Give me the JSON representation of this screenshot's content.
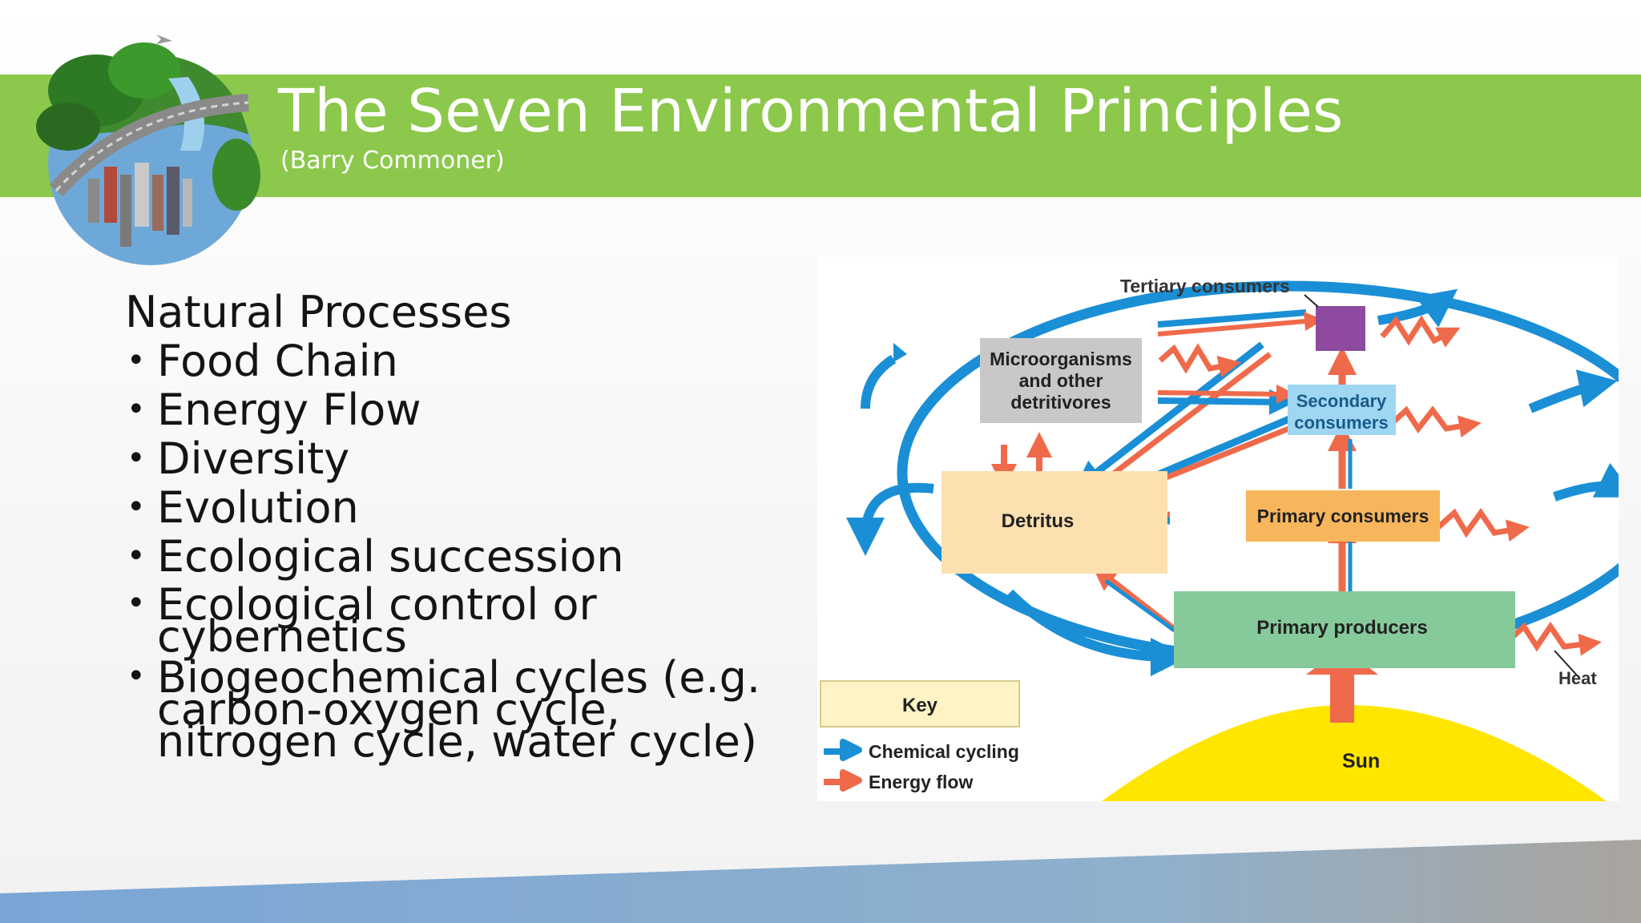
{
  "title": "The Seven Environmental Principles",
  "subtitle": "(Barry Commoner)",
  "content": {
    "heading": "Natural Processes",
    "bullets": [
      "Food Chain",
      "Energy Flow",
      "Diversity",
      "Evolution",
      "Ecological succession",
      "Ecological control or cybernetics",
      "Biogeochemical cycles   (e.g. carbon-oxygen cycle, nitrogen cycle, water cycle)"
    ]
  },
  "diagram": {
    "nodes": {
      "tertiary": "Tertiary consumers",
      "micro_line1": "Microorganisms",
      "micro_line2": "and other",
      "micro_line3": "detritivores",
      "secondary_line1": "Secondary",
      "secondary_line2": "consumers",
      "detritus": "Detritus",
      "primary_consumers": "Primary consumers",
      "primary_producers": "Primary producers",
      "heat": "Heat",
      "sun": "Sun"
    },
    "key": {
      "title": "Key",
      "chemical": "Chemical cycling",
      "energy": "Energy flow"
    },
    "colors": {
      "chemical_cycling": "#1a8fd6",
      "energy_flow": "#ef6a4a",
      "tertiary_box": "#8e4a9e",
      "micro_box": "#c8c8c8",
      "secondary_box": "#9fd6f2",
      "detritus_box": "#fde0b0",
      "primary_consumers_box": "#f7b65c",
      "primary_producers_box": "#86c99a",
      "key_box": "#fdf3c4",
      "sun": "#ffe600"
    }
  },
  "colors": {
    "title_band": "#8cc84b",
    "title_text": "#ffffff",
    "body_text": "#141414",
    "bottom_band": "#86a9cf"
  }
}
